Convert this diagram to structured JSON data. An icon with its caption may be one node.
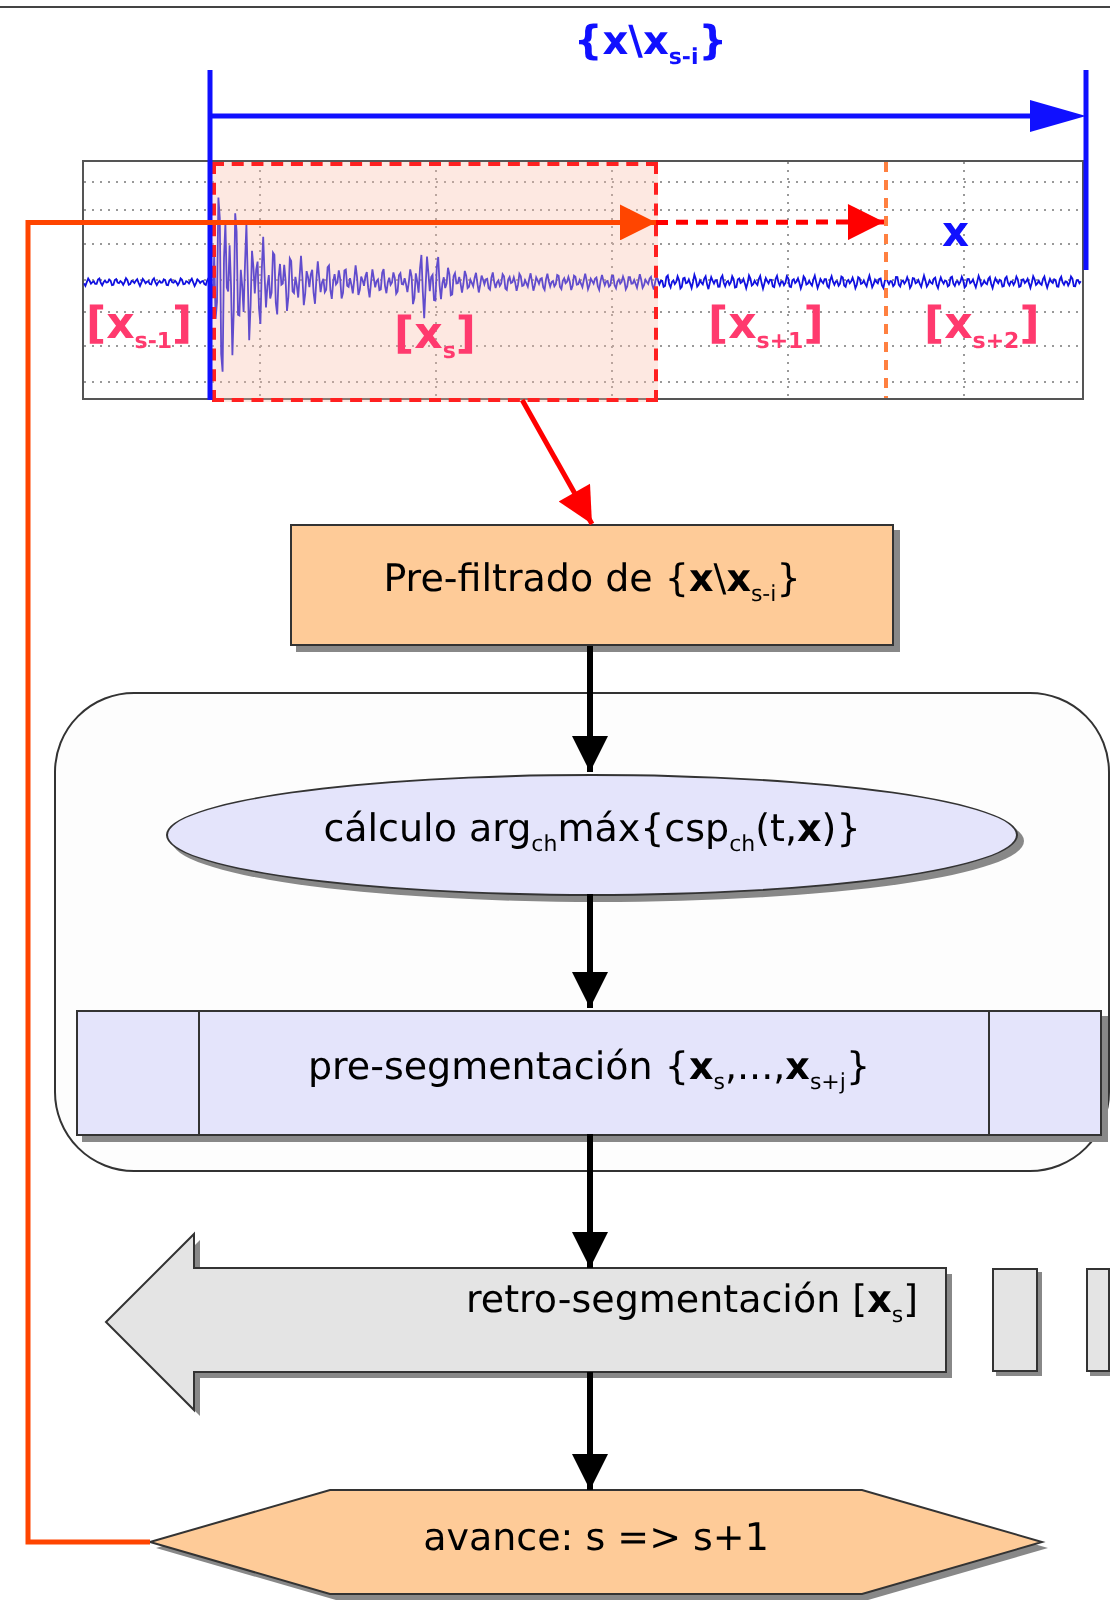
{
  "diagram": {
    "nodes": [
      {
        "text": [],
        "shape": "picture"
      },
      {
        "text": [
          "[**x**$_{s}$]"
        ],
        "in": 0
      },
      {
        "text": [
          "Pre-filtrado de {**x**\\**x**$_{s-i}$}"
        ]
      },
      {
        "text": [],
        "shape": "box"
      },
      {
        "text": [
          "cálculo arg$_{ch}$máx{csp$_{ch}$(t,**x**)}"
        ],
        "in": 3
      },
      {
        "text": [
          "pre-segmentación {**x**$_{s}$,...,**x**$_{s+j}$}"
        ],
        "in": 3
      },
      {
        "text": [
          "retro-segmentación [**x**$_{s}$]"
        ]
      },
      {
        "text": [
          "avance: s => s+1"
        ]
      },
      {
        "text": [],
        "shape": "box"
      },
      {
        "text": [],
        "shape": "box"
      }
    ],
    "edges": [
      {
        "from": 1,
        "to": 2,
        "arrow": "to",
        "color": "#ff0000"
      },
      {
        "from": 2,
        "to": 4,
        "arrow": "to"
      },
      {
        "from": 4,
        "to": 5,
        "arrow": "to"
      },
      {
        "from": 5,
        "to": 6,
        "arrow": "to"
      },
      {
        "from": 6,
        "to": 7,
        "arrow": "to"
      },
      {
        "from": 7,
        "to": 1,
        "arrow": "to",
        "color": "#ff4500"
      },
      {
        "from": 1,
        "to": null,
        "arrow": "to",
        "style": "dashed",
        "color": "#ff0000"
      }
    ],
    "labels": [
      "{**x**\\**x**$_{s-i}$}",
      "x",
      "[**x**$_{s-1}$]",
      "[**x**$_{s+1}$]",
      "[**x**$_{s+2}$]"
    ]
  }
}
